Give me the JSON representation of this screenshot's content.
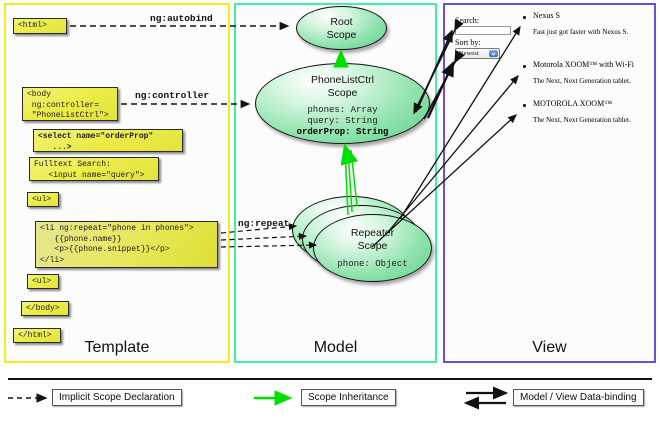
{
  "panels": {
    "template": {
      "title": "Template",
      "border_color": "#f2ef18"
    },
    "model": {
      "title": "Model",
      "border_color": "#3bf2a8"
    },
    "view": {
      "title": "View",
      "border_color": "#6a4ee0"
    }
  },
  "template_boxes": [
    {
      "id": "html-open",
      "text": "<html>"
    },
    {
      "id": "body-open",
      "text": "<body\n ng:controller=\n \"PhoneListCtrl\">"
    },
    {
      "id": "select-tag",
      "text": "<select name=\"orderProp\"\n   ...>"
    },
    {
      "id": "fulltext",
      "text": "Fulltext Search:\n   <input name=\"query\">"
    },
    {
      "id": "ul-open",
      "text": "<ul>"
    },
    {
      "id": "li-repeat",
      "text": "<li ng:repeat=\"phone in phones\">\n   {{phone.name}}\n   <p>{{phone.snippet}}</p>\n</li>"
    },
    {
      "id": "ul-close",
      "text": "<ul>"
    },
    {
      "id": "body-close",
      "text": "</body>"
    },
    {
      "id": "html-close",
      "text": "</html>"
    }
  ],
  "connector_labels": {
    "autobind": "ng:autobind",
    "controller": "ng:controller",
    "repeat": "ng:repeat"
  },
  "model_scopes": [
    {
      "id": "root",
      "title_line1": "Root",
      "title_line2": "Scope",
      "props": []
    },
    {
      "id": "ctrl",
      "title_line1": "PhoneListCtrl",
      "title_line2": "Scope",
      "props": [
        {
          "text": "phones: Array",
          "bold": false
        },
        {
          "text": "query: String",
          "bold": false
        },
        {
          "text": "orderProp: String",
          "bold": true
        }
      ]
    },
    {
      "id": "repeater",
      "title_line1": "Repeater",
      "title_line2": "Scope",
      "props": [
        {
          "text": "phone: Object",
          "bold": false
        }
      ]
    }
  ],
  "view": {
    "search_label": "Search:",
    "search_value": "",
    "sort_label": "Sort by:",
    "sort_selected": "Newest",
    "sort_options": [
      "Newest"
    ],
    "phones": [
      {
        "name": "Nexus S",
        "snippet": "Fast just got faster with Nexus S."
      },
      {
        "name": "Motorola XOOM™  with Wi-Fi",
        "snippet": "The Next, Next Generation tablet."
      },
      {
        "name": "MOTOROLA XOOM™",
        "snippet": "The Next, Next Generation tablet."
      }
    ]
  },
  "legend": [
    {
      "id": "implicit",
      "label": "Implicit Scope Declaration",
      "arrow": "dashed-black"
    },
    {
      "id": "inheritance",
      "label": "Scope Inheritance",
      "arrow": "solid-green"
    },
    {
      "id": "databinding",
      "label": "Model / View Data-binding",
      "arrow": "double-black"
    }
  ],
  "colors": {
    "scope_green": "#5fcf8c",
    "inheritance_green": "#00e000",
    "code_yellow": "#e3e33c",
    "template_border": "#f2ef18",
    "model_border": "#3bf2a8",
    "view_border": "#6a4ee0"
  }
}
